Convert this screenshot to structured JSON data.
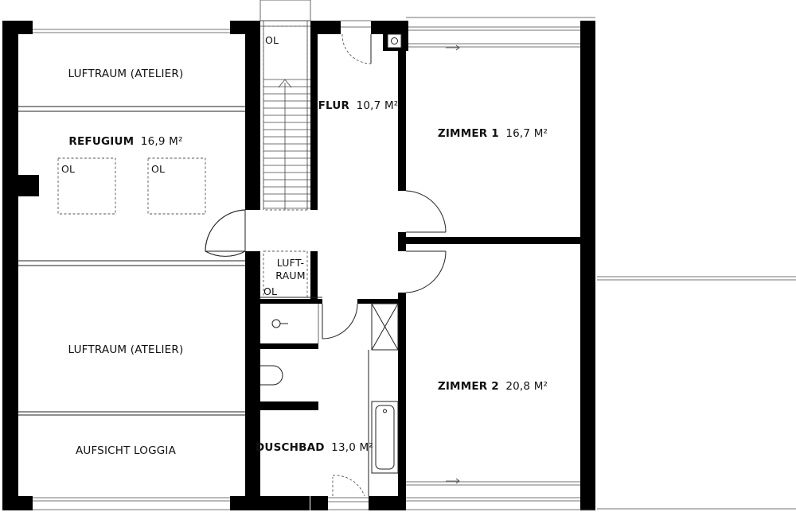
{
  "rooms": {
    "luftraum_top": "LUFTRAUM (ATELIER)",
    "refugium_name": "REFUGIUM",
    "refugium_area": "16,9 M²",
    "luftraum_bottom": "LUFTRAUM (ATELIER)",
    "aufsicht": "AUFSICHT LOGGIA",
    "flur_name": "FLUR",
    "flur_area": "10,7 M²",
    "zimmer1_name": "ZIMMER 1",
    "zimmer1_area": "16,7 M²",
    "zimmer2_name": "ZIMMER 2",
    "zimmer2_area": "20,8 M²",
    "duschbad_name": "DUSCHBAD",
    "duschbad_area": "13,0 M²",
    "luft_line1": "LUFT-",
    "luft_line2": "RAUM"
  },
  "marks": {
    "ol_stair_top": "OL",
    "ol_skylight_1": "OL",
    "ol_skylight_2": "OL",
    "ol_luftraum": "OL"
  }
}
